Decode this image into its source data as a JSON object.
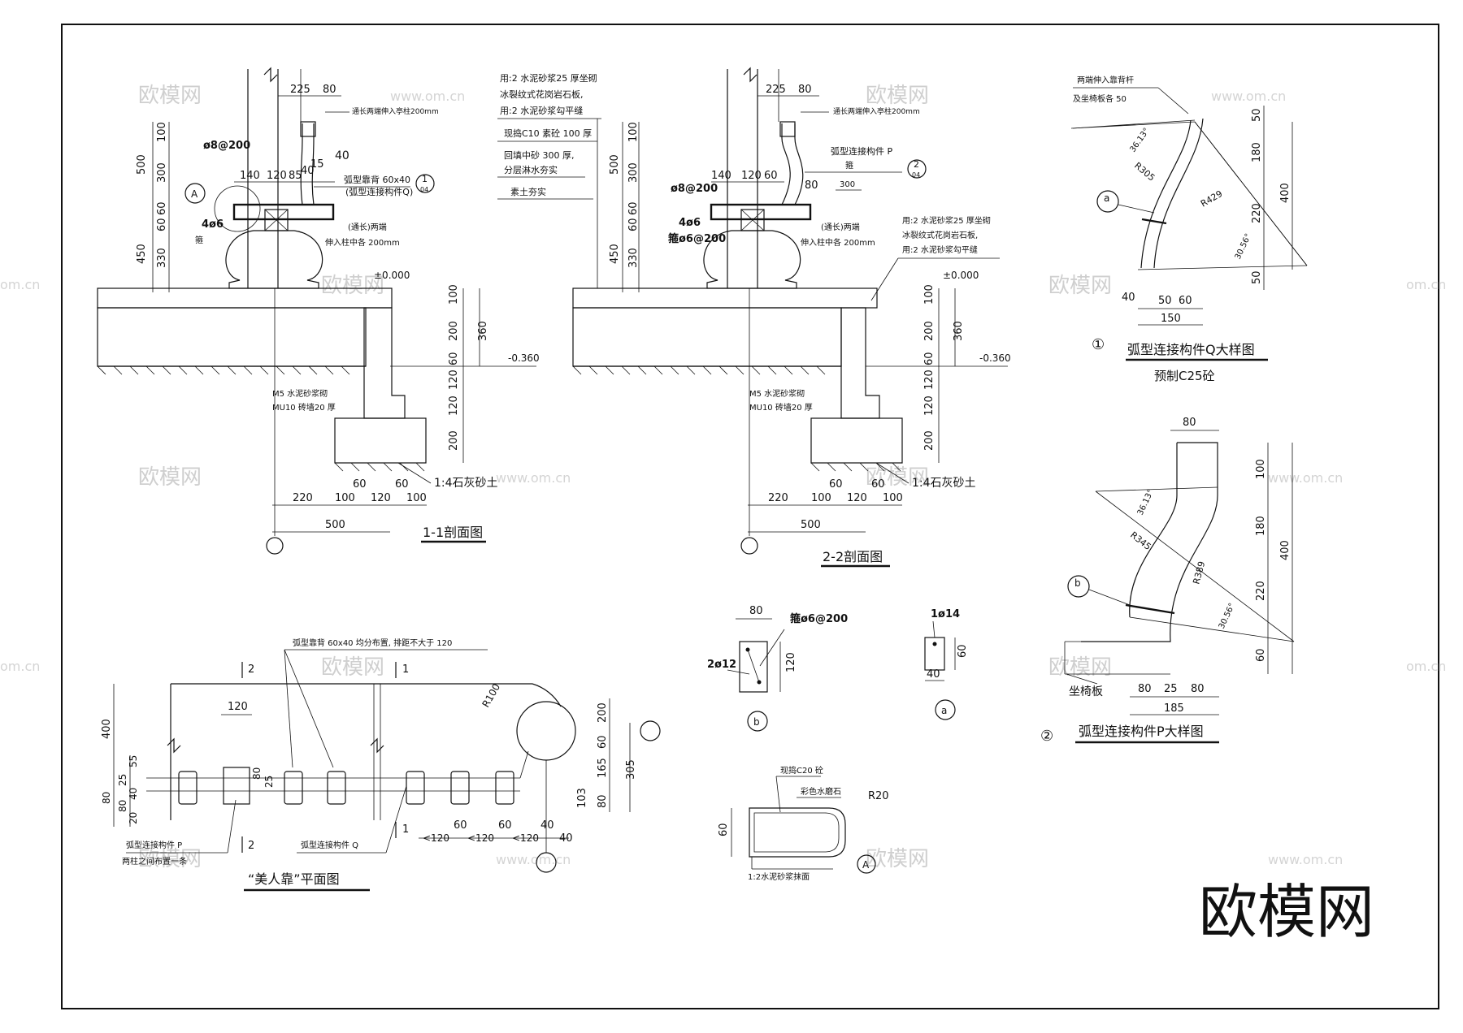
{
  "watermark": {
    "brand": "欧模网",
    "url": "www.om.cn",
    "url_clip": "om.cn"
  },
  "section1": {
    "title": "1-1剖面图",
    "dims": {
      "d225": "225",
      "d80": "80",
      "d100": "100",
      "d500": "500",
      "d300": "300",
      "d60": "60",
      "d60b": "60",
      "d450": "450",
      "d330": "330",
      "d140": "140",
      "d120": "120",
      "d85": "85",
      "d40": "40",
      "d15": "15",
      "d40b": "40",
      "phi": "ø8@200",
      "rebar4": "4ø6",
      "s100": "100",
      "s200": "200",
      "s60": "60",
      "s360": "360",
      "s120": "120",
      "s120b": "120",
      "s200b": "200",
      "b220": "220",
      "b60": "60",
      "b100": "100",
      "b120": "120",
      "b60b": "60",
      "b100b": "100",
      "b500": "500"
    },
    "labels": {
      "extend": "通长两端伸入亭柱200mm",
      "backrest": "弧型靠背 60x40",
      "connector_q": "(弧型连接构件Q)",
      "beam_through": "(通长)两端",
      "beam_extend": "伸入柱中各 200mm",
      "stirrup": "箍",
      "elev_zero": "±0.000",
      "elev_neg": "-0.360",
      "wall_m5": "M5  水泥砂浆砌",
      "wall_mu10": "MU10    砖墙20 厚",
      "lime_soil": "1:4石灰砂土",
      "tag_A": "A",
      "tag_1": "1",
      "tag_sub": "04"
    }
  },
  "notes_col": {
    "lines": [
      "用:2 水泥砂浆25 厚坐砌",
      "冰裂纹式花岗岩石板,",
      "用:2 水泥砂浆勾平缝",
      "现捣C10 素砼 100 厚",
      "回填中砂 300 厚,",
      "分层淋水夯实",
      "素土夯实"
    ]
  },
  "section2": {
    "title": "2-2剖面图",
    "dims": {
      "d225": "225",
      "d80": "80",
      "d100": "100",
      "d500": "500",
      "d300": "300",
      "d60": "60",
      "d60b": "60",
      "d450": "450",
      "d330": "330",
      "d140": "140",
      "d120": "120",
      "d60c": "60",
      "d80b": "80",
      "phi": "ø8@200",
      "rebar4": "4ø6",
      "stirrup2": "箍ø6@200",
      "s100": "100",
      "s200": "200",
      "s60": "60",
      "s360": "360",
      "s120": "120",
      "s120b": "120",
      "s200b": "200",
      "b220": "220",
      "b60": "60",
      "b100": "100",
      "b120": "120",
      "b60b": "60",
      "b100b": "100",
      "b500": "500",
      "tag300": "300"
    },
    "labels": {
      "extend": "通长两端伸入亭柱200mm",
      "connector_p": "弧型连接构件 P",
      "stirrup": "箍",
      "beam_through": "(通长)两端",
      "beam_extend": "伸入柱中各 200mm",
      "note1": "用:2 水泥砂浆25 厚坐砌",
      "note2": "冰裂纹式花岗岩石板,",
      "note3": "用:2 水泥砂浆勾平缝",
      "elev_zero": "±0.000",
      "elev_neg": "-0.360",
      "wall_m5": "M5  水泥砂浆砌",
      "wall_mu10": "MU10    砖墙20 厚",
      "lime_soil": "1:4石灰砂土",
      "tag_2": "2",
      "tag_sub": "04"
    }
  },
  "detail_q": {
    "title": "弧型连接构件Q大样图",
    "subtitle": "预制C25砼",
    "num": "①",
    "note1": "两端伸入靠背杆",
    "note2": "及坐椅板各   50",
    "tag_a": "a",
    "angle1": "36.13°",
    "angle2": "30.56°",
    "r1": "R305",
    "r2": "R429",
    "dims": {
      "v50": "50",
      "v180": "180",
      "v220": "220",
      "v50b": "50",
      "v400": "400",
      "h40": "40",
      "h50": "50",
      "h60": "60",
      "h150": "150"
    }
  },
  "detail_p": {
    "title": "弧型连接构件P大样图",
    "num": "②",
    "tag_b": "b",
    "seat": "坐椅板",
    "angle1": "36.13°",
    "angle2": "30.56°",
    "r1": "R345",
    "r2": "R389",
    "dims": {
      "top80": "80",
      "v100": "100",
      "v180": "180",
      "v220": "220",
      "v60": "60",
      "v400": "400",
      "h80": "80",
      "h25": "25",
      "h80b": "80",
      "h185": "185"
    }
  },
  "plan": {
    "title": "“美人靠”平面图",
    "backrest_note": "弧型靠背  60x40      均分布置, 排距不大于    120",
    "connector_p": "弧型连接构件    P",
    "connector_p_note": "两柱之间布置一条",
    "connector_q": "弧型连接构件     Q",
    "r100": "R100",
    "cut1": "1",
    "cut2": "2",
    "cut1b": "1",
    "cut2b": "2",
    "dims": {
      "l400": "400",
      "l55": "55",
      "l25": "25",
      "l80": "80",
      "l40": "40",
      "l80b": "80",
      "l20": "20",
      "w120": "120",
      "w80": "80",
      "w25": "25",
      "r200": "200",
      "r60": "60",
      "r165": "165",
      "r305": "305",
      "r80": "80",
      "r103": "103",
      "b120a": "<120",
      "b60a": "60",
      "b120b": "<120",
      "b60b": "60",
      "b120c": "<120",
      "b40": "40",
      "b40b": "40"
    }
  },
  "section_b": {
    "tag": "b",
    "w80": "80",
    "stirrup": "箍ø6@200",
    "bars": "2ø12",
    "h120": "120"
  },
  "section_a": {
    "tag": "a",
    "bar": "1ø14",
    "h60": "60",
    "w40": "40"
  },
  "section_A": {
    "tag": "A",
    "concrete": "现捣C20  砼",
    "terrazzo": "彩色水磨石",
    "r20": "R20",
    "h60": "60",
    "mortar": "1:2水泥砂浆抹面"
  },
  "brand_logo": "欧模网"
}
